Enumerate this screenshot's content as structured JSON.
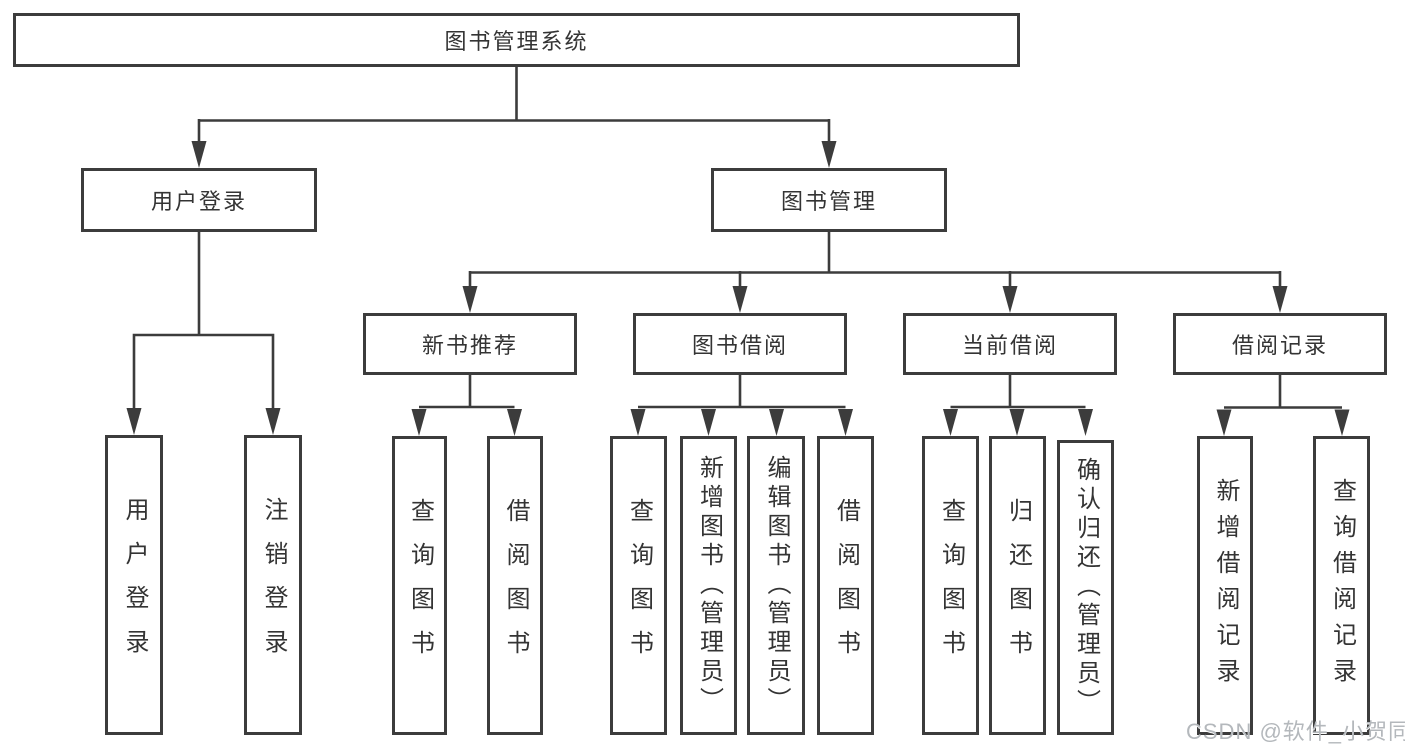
{
  "diagram_title": "图书管理系统",
  "tree": {
    "label": "图书管理系统",
    "children": [
      {
        "label": "用户登录",
        "children": [
          {
            "label": "用户登录"
          },
          {
            "label": "注销登录"
          }
        ]
      },
      {
        "label": "图书管理",
        "children": [
          {
            "label": "新书推荐",
            "children": [
              {
                "label": "查询图书"
              },
              {
                "label": "借阅图书"
              }
            ]
          },
          {
            "label": "图书借阅",
            "children": [
              {
                "label": "查询图书"
              },
              {
                "label": "新增图书（管理员）"
              },
              {
                "label": "编辑图书（管理员）"
              },
              {
                "label": "借阅图书"
              }
            ]
          },
          {
            "label": "当前借阅",
            "children": [
              {
                "label": "查询图书"
              },
              {
                "label": "归还图书"
              },
              {
                "label": "确认归还（管理员）"
              }
            ]
          },
          {
            "label": "借阅记录",
            "children": [
              {
                "label": "新增借阅记录"
              },
              {
                "label": "查询借阅记录"
              }
            ]
          }
        ]
      }
    ]
  },
  "watermark": "CSDN @软件_小贺同学",
  "colors": {
    "line": "#3c3c3c",
    "text": "#343434",
    "background": "#ffffff",
    "watermark": "#b4b8bc"
  }
}
